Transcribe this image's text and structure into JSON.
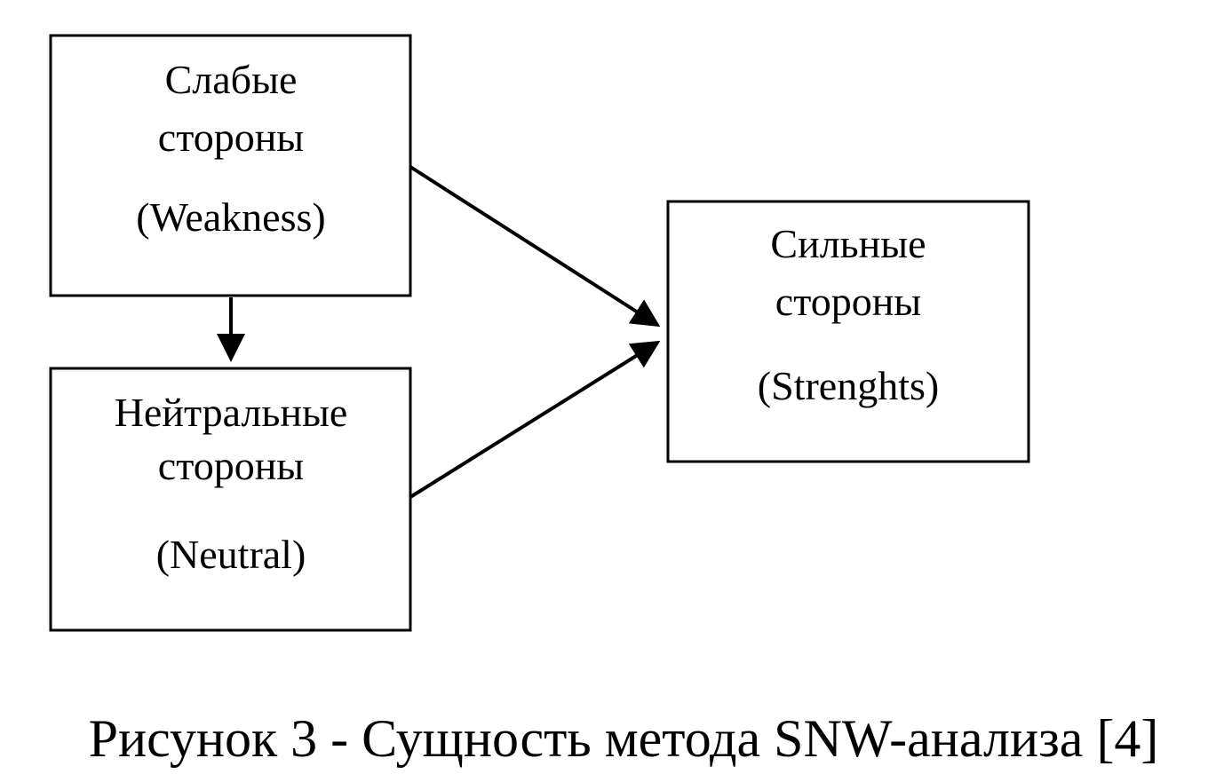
{
  "boxes": {
    "weakness": {
      "line1": "Слабые",
      "line2": "стороны",
      "line3": "(Weakness)"
    },
    "neutral": {
      "line1": "Нейтральные",
      "line2": "стороны",
      "line3": "(Neutral)"
    },
    "strengths": {
      "line1": "Сильные",
      "line2": "стороны",
      "line3": "(Strenghts)"
    }
  },
  "caption": "Рисунок 3 - Сущность метода SNW-анализа [4]"
}
